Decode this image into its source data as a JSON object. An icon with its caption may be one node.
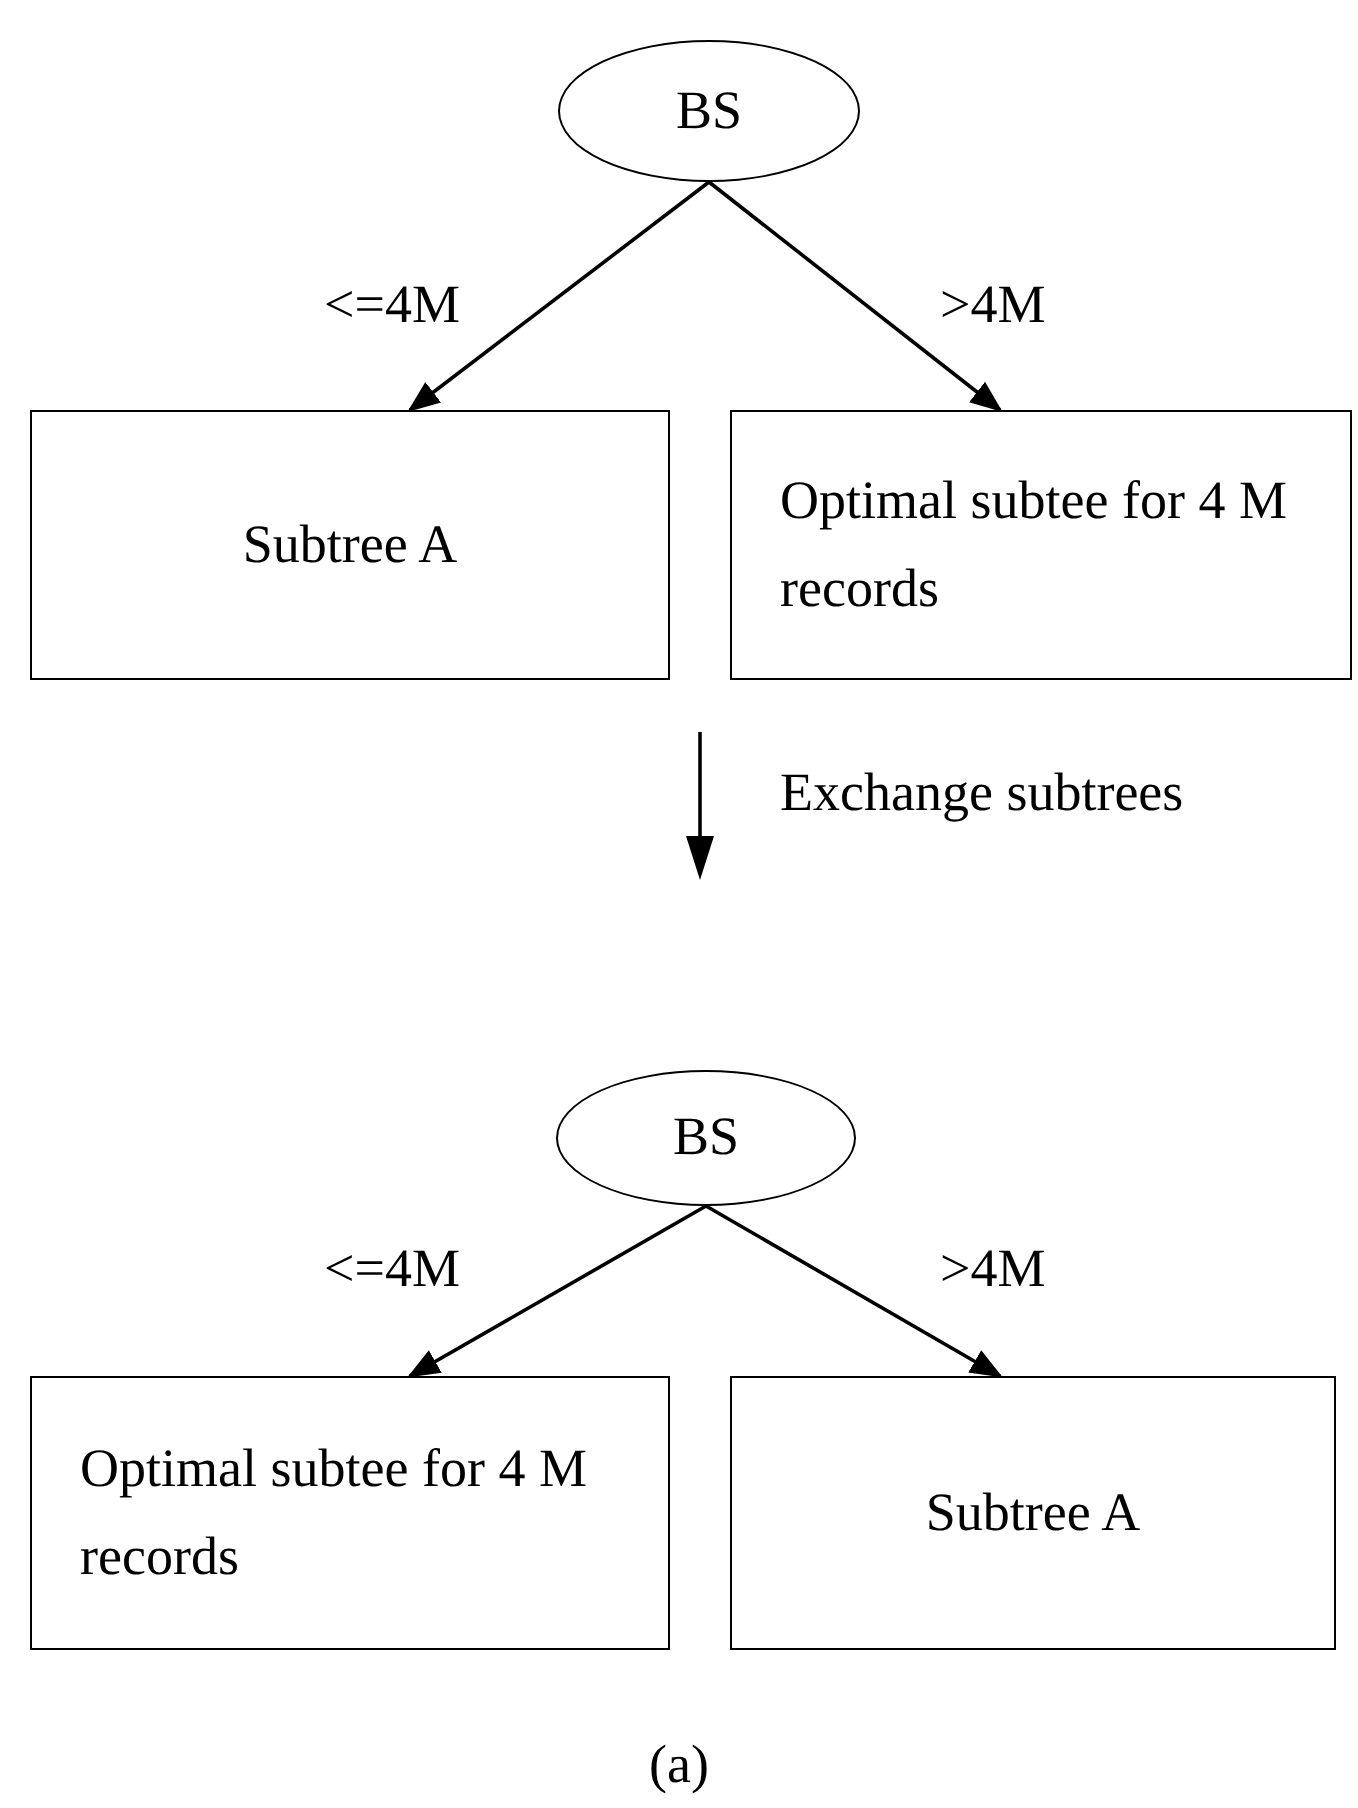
{
  "diagram": {
    "caption": "(a)",
    "nodes": [
      {
        "text": [
          "BS"
        ]
      },
      {
        "text": [
          "Subtree A"
        ]
      },
      {
        "text": [
          "Optimal subtee for 4 M records"
        ]
      },
      {
        "text": [
          "BS"
        ]
      },
      {
        "text": [
          "Optimal subtee for 4 M records"
        ]
      },
      {
        "text": [
          "Subtree A"
        ]
      }
    ],
    "edges": [
      {
        "from": 0,
        "to": 1,
        "arrow": "to",
        "label": "<=4M"
      },
      {
        "from": 0,
        "to": 2,
        "arrow": "to",
        "label": ">4M"
      },
      {
        "from": 3,
        "to": 4,
        "arrow": "to",
        "label": "<=4M"
      },
      {
        "from": 3,
        "to": 5,
        "arrow": "to",
        "label": ">4M"
      }
    ],
    "labels": [
      "Exchange subtrees"
    ]
  }
}
